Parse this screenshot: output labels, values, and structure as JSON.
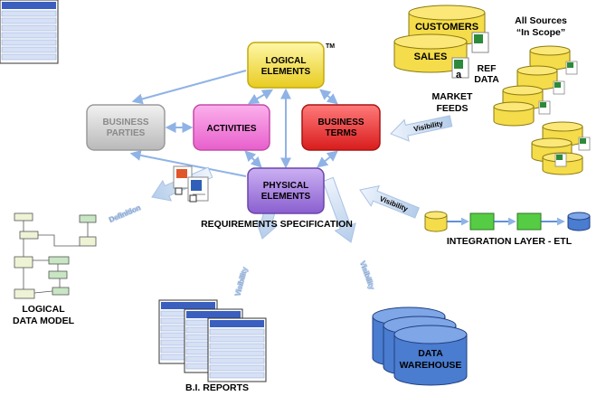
{
  "trademark": "TM",
  "nodes": {
    "logical_elements": [
      "LOGICAL",
      "ELEMENTS"
    ],
    "business_parties": [
      "BUSINESS",
      "PARTIES"
    ],
    "activities": "ACTIVITIES",
    "business_terms": [
      "BUSINESS",
      "TERMS"
    ],
    "physical_elements": [
      "PHYSICAL",
      "ELEMENTS"
    ]
  },
  "requirements_spec": "REQUIREMENTS SPECIFICATION",
  "sources": {
    "customers": "CUSTOMERS",
    "sales": "SALES",
    "ref_data": [
      "REF",
      "DATA"
    ],
    "market_feeds": [
      "MARKET",
      "FEEDS"
    ],
    "all_sources": [
      "All Sources",
      "“In Scope”"
    ]
  },
  "integration_layer": "INTEGRATION LAYER - ETL",
  "logical_data_model": [
    "LOGICAL",
    "DATA MODEL"
  ],
  "bi_reports": "B.I. REPORTS",
  "data_warehouse": [
    "DATA",
    "WAREHOUSE"
  ],
  "arrow_labels": {
    "definition": "Definition",
    "visibility_sources": "Visibility",
    "visibility_etl": "Visibility",
    "visibility_bi": "Visibility",
    "visibility_dw": "Visibility"
  },
  "colors": {
    "logical": "#f5e34a",
    "business_parties": "#cfcfcf",
    "activities": "#f07ad8",
    "business_terms": "#f03a3a",
    "physical": "#a77de0",
    "cylinder": "#f5dc4a",
    "warehouse": "#4a7cd0",
    "etl_box": "#55cc44",
    "flow_arrow": "#b9d1ee",
    "link_arrow": "#8fb3e6"
  }
}
